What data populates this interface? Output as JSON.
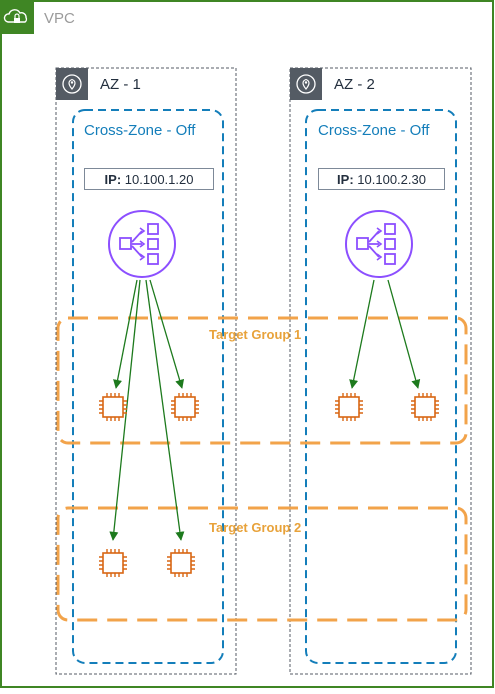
{
  "vpc": {
    "label": "VPC",
    "border_color": "#3f8624"
  },
  "zones": [
    {
      "az_label": "AZ - 1",
      "cross_zone_label": "Cross-Zone - Off",
      "ip_key": "IP:",
      "ip_value": "10.100.1.20"
    },
    {
      "az_label": "AZ - 2",
      "cross_zone_label": "Cross-Zone - Off",
      "ip_key": "IP:",
      "ip_value": "10.100.2.30"
    }
  ],
  "target_groups": [
    {
      "label": "Target Group 1"
    },
    {
      "label": "Target Group 2"
    }
  ],
  "colors": {
    "vpc_green": "#3f8624",
    "cross_zone_blue": "#147eba",
    "target_group_orange": "#f2a34a",
    "load_balancer_purple": "#8c4fff",
    "instance_orange": "#d86613",
    "arrow_green": "#1d7a1d",
    "az_gray": "#545b64"
  },
  "icons": {
    "vpc": "cloud-lock-icon",
    "az": "location-pin-icon",
    "load_balancer": "network-load-balancer-icon",
    "instance": "ec2-instance-chip-icon"
  }
}
